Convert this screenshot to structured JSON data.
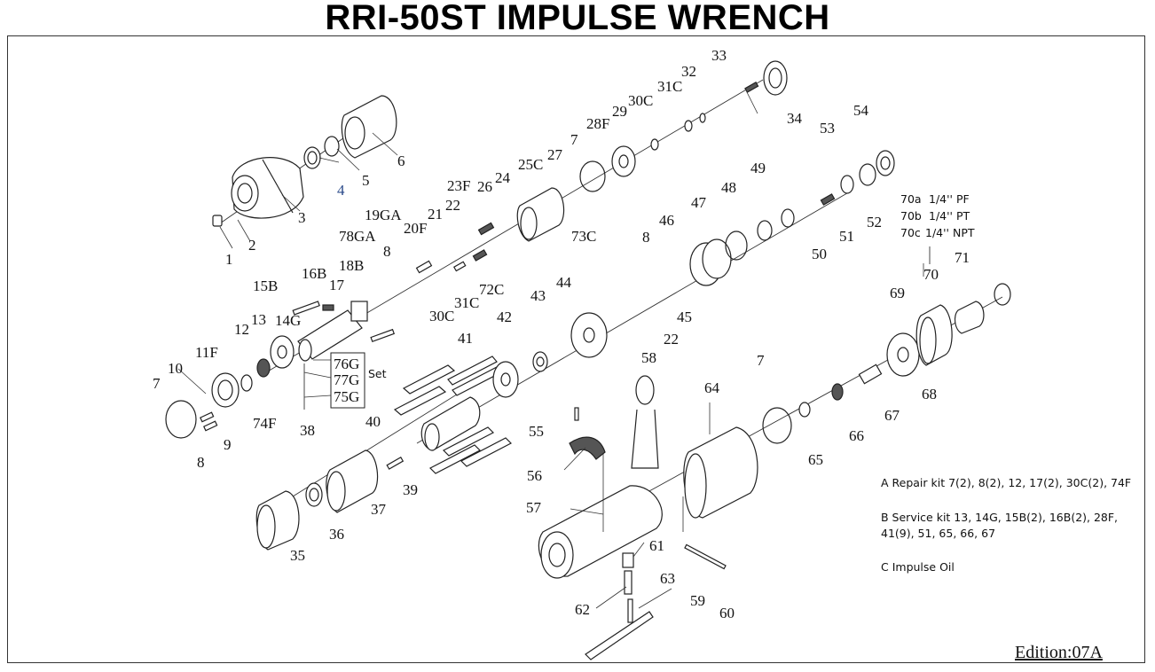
{
  "title": "RRI-50ST IMPULSE WRENCH",
  "callouts": [
    "1",
    "2",
    "3",
    "4",
    "5",
    "6",
    "7",
    "8",
    "9",
    "10",
    "11F",
    "12",
    "13",
    "14G",
    "15B",
    "16B",
    "17",
    "18B",
    "19GA",
    "20F",
    "21",
    "22",
    "23F",
    "24",
    "25C",
    "26",
    "27",
    "28F",
    "29",
    "30C",
    "31C",
    "32",
    "33",
    "34",
    "35",
    "36",
    "37",
    "38",
    "39",
    "40",
    "41",
    "42",
    "43",
    "44",
    "45",
    "46",
    "47",
    "48",
    "49",
    "50",
    "51",
    "52",
    "53",
    "54",
    "57",
    "58",
    "59",
    "60",
    "61",
    "62",
    "63",
    "64",
    "65",
    "66",
    "67",
    "68",
    "69",
    "70",
    "71",
    "72C",
    "73C",
    "74F",
    "75G",
    "76G",
    "77G",
    "78GA",
    "55",
    "56"
  ],
  "set_box": {
    "items": [
      "76G",
      "77G",
      "75G"
    ],
    "label": "Set"
  },
  "fitting_options": [
    {
      "code": "70a",
      "thread": "1/4'' PF"
    },
    {
      "code": "70b",
      "thread": "1/4'' PT"
    },
    {
      "code": "70c",
      "thread": "1/4'' NPT"
    }
  ],
  "notes": {
    "repair_kit": "A Repair kit 7(2), 8(2), 12, 17(2), 30C(2), 74F",
    "service_kit_line1": "B Service kit 13, 14G, 15B(2), 16B(2), 28F,",
    "service_kit_line2": "41(9), 51, 65, 66, 67",
    "impulse_oil": "C Impulse Oil"
  },
  "edition": "Edition:07A"
}
